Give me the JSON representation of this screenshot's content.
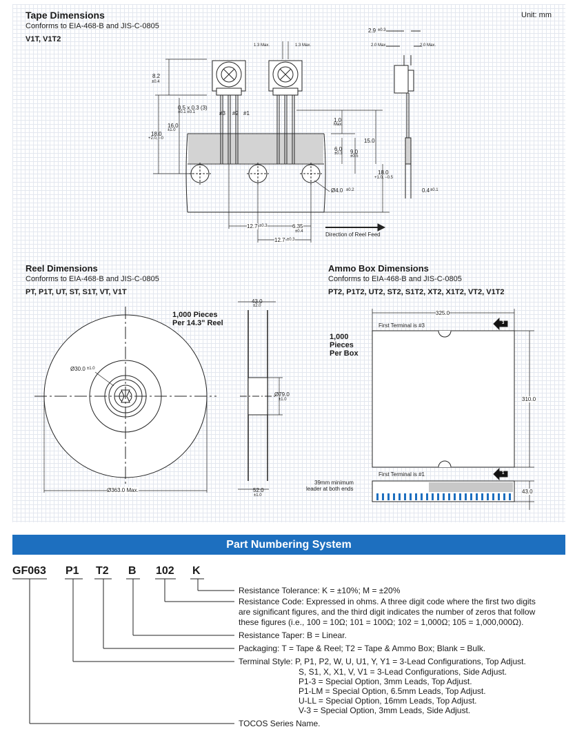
{
  "tape": {
    "title": "Tape Dimensions",
    "conforms": "Conforms to EIA-468-B and JIS-C-0805",
    "models": "V1T, V1T2",
    "unit": "Unit: mm",
    "dims": {
      "h82": "8.2",
      "h82_tol": "±0.4",
      "lead": "0.5 x 0.3 (3)",
      "lead_tol": "±0.1    ±0.1",
      "h160": "16.0",
      "h160_tol": "±1.0",
      "h180": "18.0",
      "h180_tol": "+2.0, −0",
      "p3": "#3",
      "p2": "#2",
      "p1": "#1",
      "max13a": "1.3 Max.",
      "max13b": "1.3 Max.",
      "d29": "2.9",
      "d29_tol": "±0.3",
      "d20a": "2.0 Max.",
      "d20b": "2.0 Max.",
      "d10": "1.0",
      "d10_sub": "Max.",
      "d60": "6.0",
      "d60_tol": "±0.3",
      "d90": "9.0",
      "d90_tol": "±0.5",
      "d150": "15.0",
      "d180b": "18.0",
      "d180b_tol": "+1.0, −0.5",
      "d04": "0.4",
      "d04_tol": "±0.1",
      "hole": "Ø4.0",
      "hole_tol": "±0.2",
      "p127a": "12.7",
      "p127a_tol": "±0.3",
      "p635": "6.35",
      "p635_tol": "±0.4",
      "p127b": "12.7",
      "p127b_tol": "±0.3",
      "feed": "Direction of Reel Feed"
    }
  },
  "reel": {
    "title": "Reel Dimensions",
    "conforms": "Conforms to EIA-468-B and JIS-C-0805",
    "models": "PT, P1T, UT, ST, S1T, VT, V1T",
    "pieces": "1,000 Pieces",
    "per": "Per 14.3\" Reel",
    "hub": "Ø30.0",
    "hub_tol": "±1.0",
    "dia": "Ø363.0 Max.",
    "w43": "43.0",
    "w43_tol": "±2.0",
    "d79": "Ø79.0",
    "d79_tol": "±1.0",
    "w52": "52.0",
    "w52_tol": "±1.0"
  },
  "ammo": {
    "title": "Ammo Box Dimensions",
    "conforms": "Conforms to EIA-468-B and JIS-C-0805",
    "models": "PT2, P1T2, UT2, ST2, S1T2, XT2, X1T2, VT2, V1T2",
    "pieces1": "1,000",
    "pieces2": "Pieces",
    "pieces3": "Per Box",
    "w325": "325.0",
    "h310": "310.0",
    "h43": "43.0",
    "first3": "First Terminal is #3",
    "first1": "First Terminal is #1",
    "arrow3": "3",
    "arrow1": "1",
    "leader1": "39mm minimum",
    "leader2": "leader at both ends"
  },
  "part": {
    "banner": "Part Numbering System",
    "codes": [
      "GF063",
      "P1",
      "T2",
      "B",
      "102",
      "K"
    ],
    "tolerance": "Resistance Tolerance: K = ±10%; M = ±20%",
    "rescode1": "Resistance Code: Expressed in ohms. A three digit code where the first two digits",
    "rescode2": "are significant figures, and the third digit indicates the number of zeros that follow",
    "rescode3": "these figures (i.e., 100 = 10Ω; 101 = 100Ω; 102 = 1,000Ω; 105 = 1,000,000Ω).",
    "taper": "Resistance Taper: B = Linear.",
    "packaging": "Packaging: T = Tape & Reel; T2 = Tape & Ammo Box; Blank = Bulk.",
    "terminal": [
      "Terminal Style: P, P1, P2, W, U, U1, Y, Y1 = 3-Lead Configurations, Top Adjust.",
      "S, S1, X, X1, V, V1 = 3-Lead Configurations, Side Adjust.",
      "P1-3 = Special Option, 3mm Leads, Top Adjust.",
      "P1-LM = Special Option, 6.5mm Leads, Top Adjust.",
      "U-LL = Special Option, 16mm Leads, Top Adjust.",
      "V-3 = Special Option, 3mm Leads, Side Adjust."
    ],
    "series": "TOCOS Series Name."
  }
}
